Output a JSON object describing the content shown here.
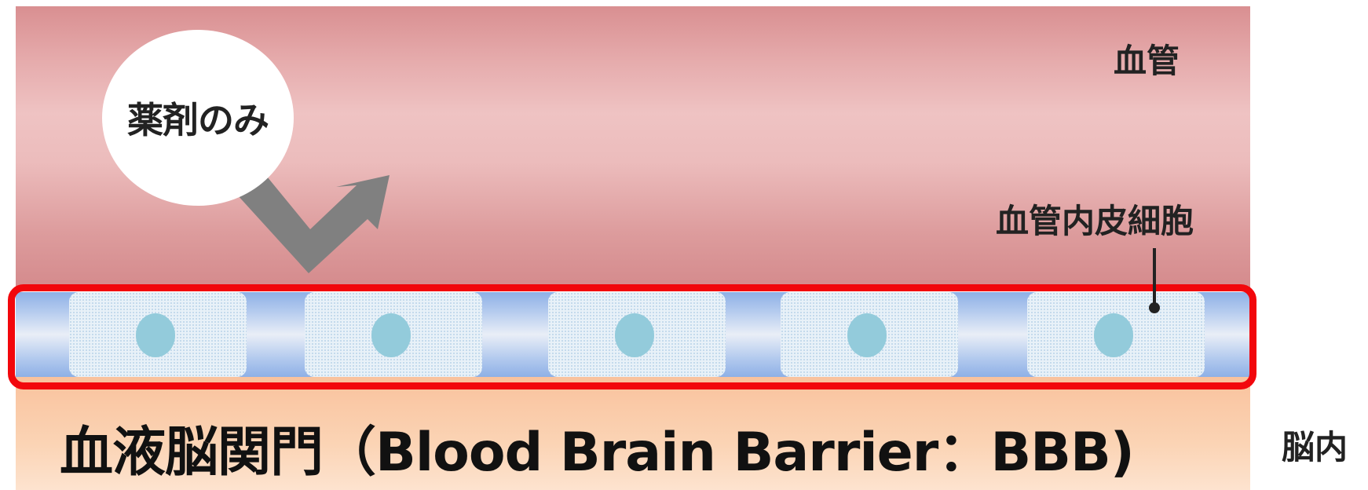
{
  "labels": {
    "vessel": "血管",
    "endothelial_cell": "血管内皮細胞",
    "drug_only": "薬剤のみ",
    "bbb": "血液脳関門（Blood Brain Barrier：BBB)",
    "brain": "脳内"
  },
  "cells": [
    {
      "id": "cell-1"
    },
    {
      "id": "cell-2"
    },
    {
      "id": "cell-3"
    },
    {
      "id": "cell-4"
    },
    {
      "id": "cell-5"
    }
  ],
  "colors": {
    "vessel": "#dd9c9d",
    "brain": "#fbd4b5",
    "barrier_highlight": "#f2070c",
    "nucleus": "#93cbdb",
    "arrow": "#808080"
  },
  "icons": {
    "bounce_arrow": "deflected-arrow-icon",
    "leader_line": "pointer-line"
  }
}
